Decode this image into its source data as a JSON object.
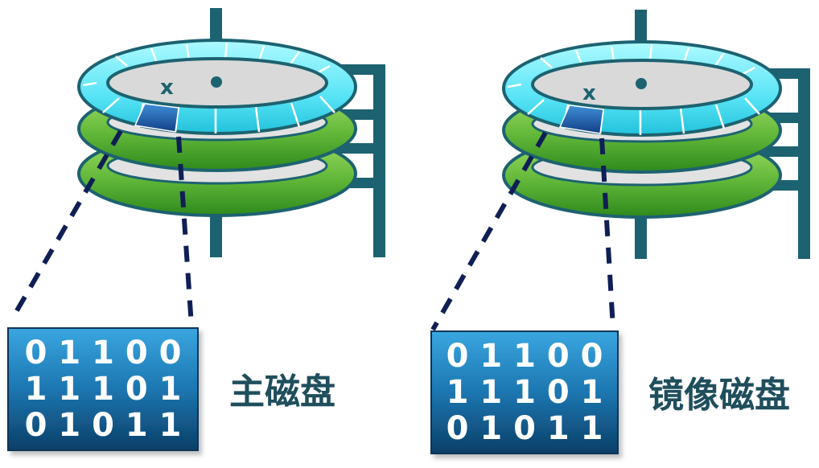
{
  "disks": [
    {
      "id": "primary",
      "caption": "主磁盘",
      "marker": "x",
      "bits": [
        "0 1 1 0 0",
        "1 1 1 0 1",
        "0 1 0 1 1"
      ]
    },
    {
      "id": "mirror",
      "caption": "镜像磁盘",
      "marker": "x",
      "bits": [
        "0 1 1 0 0",
        "1 1 1 0 1",
        "0 1 0 1 1"
      ]
    }
  ],
  "colors": {
    "platter_green_light": "#8fd14f",
    "platter_green_dark": "#3e9a22",
    "platter_top_cyan": "#7ff3ff",
    "platter_top_cyan_dark": "#24c6e0",
    "hub_gray": "#d9d9d9",
    "spindle": "#1d6270",
    "selected_sector": "#1e64b4",
    "connector_dash": "#0f1f55",
    "bitbox_top": "#2e9ad6",
    "bitbox_bottom": "#0e4a78",
    "caption": "#1f4e5c"
  }
}
